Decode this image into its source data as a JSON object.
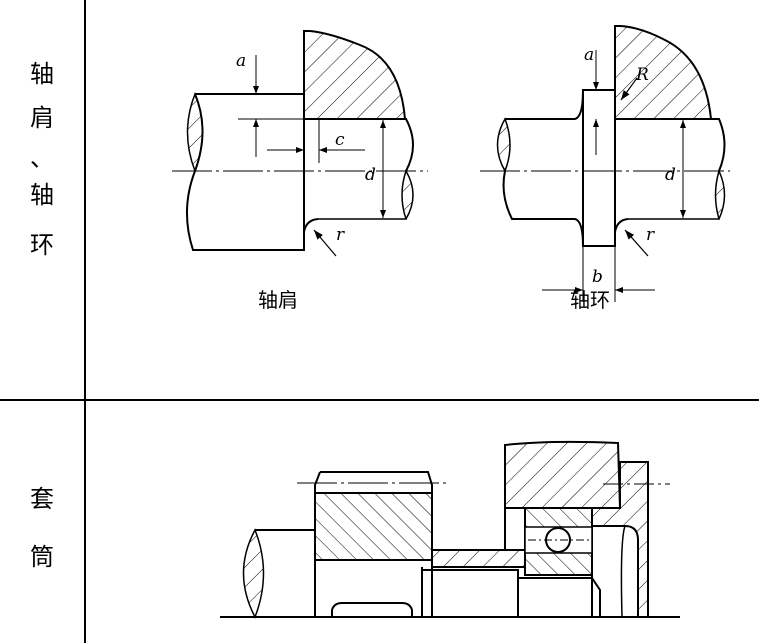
{
  "rows": [
    {
      "label_chars": [
        "轴",
        "肩",
        "、",
        "轴",
        "环"
      ],
      "captions": {
        "shoulder": "轴肩",
        "collar": "轴环"
      }
    },
    {
      "label_chars": [
        "套",
        "筒"
      ]
    }
  ],
  "dimensions": {
    "a": "a",
    "c": "c",
    "d": "d",
    "r": "r",
    "R": "R",
    "b": "b"
  }
}
